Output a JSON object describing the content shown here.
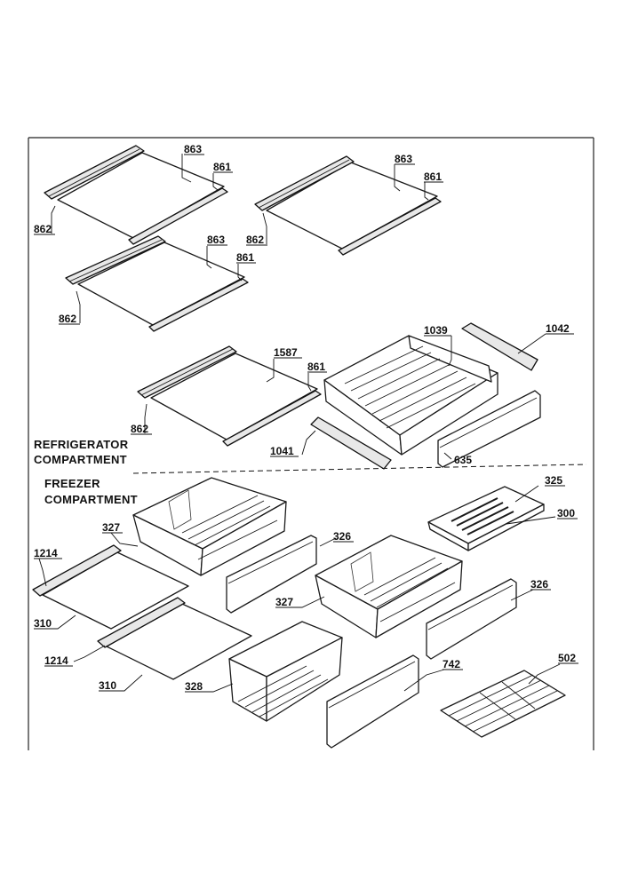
{
  "sections": {
    "refrigerator_line1": "REFRIGERATOR",
    "refrigerator_line2": "COMPARTMENT",
    "freezer_line1": "FREEZER",
    "freezer_line2": "COMPARTMENT"
  },
  "part_numbers": {
    "shelf_glass": "863",
    "front_trim": "861",
    "rear_trim": "862",
    "glass_shelf_lower": "1587",
    "crisper_drawer": "1039",
    "drawer_rail_right": "1042",
    "drawer_rail_left": "1041",
    "drawer_front_cover": "635",
    "ice_tray": "325",
    "ice_tray_holder": "300",
    "freezer_drawer": "327",
    "freezer_drawer_front": "326",
    "freezer_shelf_trim": "1214",
    "freezer_glass_shelf": "310",
    "wire_basket": "328",
    "bottom_drawer_front": "742",
    "wire_shelf": "502"
  }
}
